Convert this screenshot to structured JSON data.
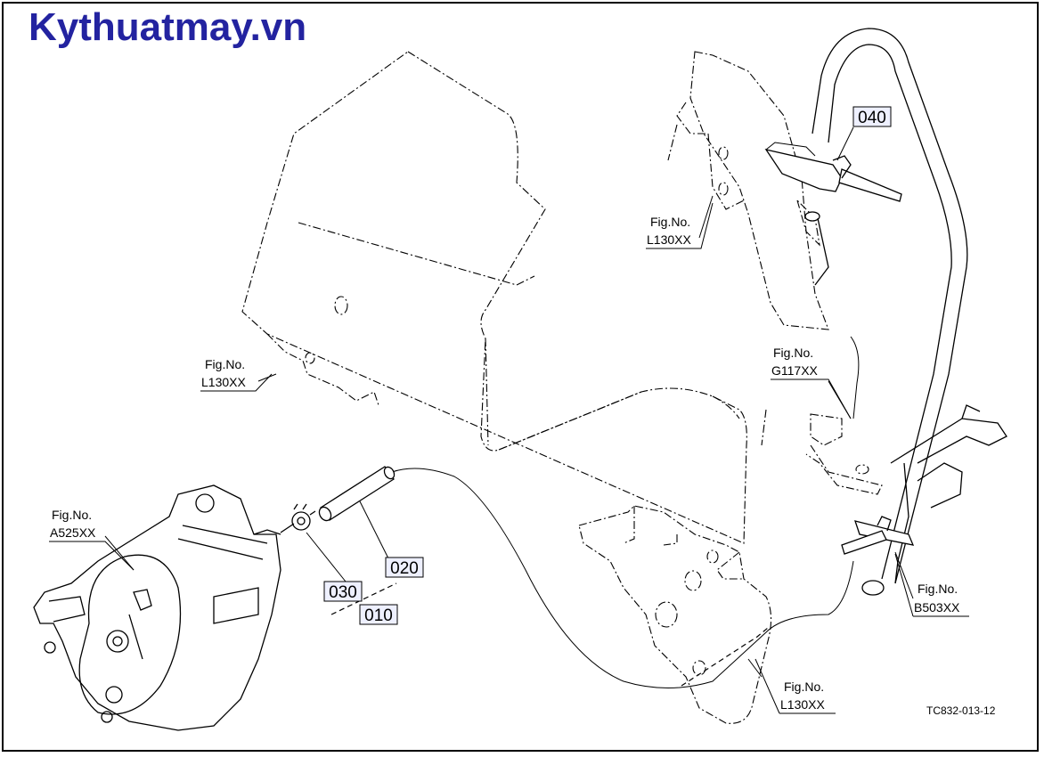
{
  "brand": {
    "title": "Kythuatmay.vn",
    "color": "#2323a0"
  },
  "part_numbers": {
    "p010": "010",
    "p020": "020",
    "p030": "030",
    "p040": "040"
  },
  "figure_refs": {
    "fig_l130_top": {
      "line1": "Fig.No.",
      "line2": "L130XX"
    },
    "fig_l130_mid": {
      "line1": "Fig.No.",
      "line2": "L130XX"
    },
    "fig_g117": {
      "line1": "Fig.No.",
      "line2": "G117XX"
    },
    "fig_a525": {
      "line1": "Fig.No.",
      "line2": "A525XX"
    },
    "fig_b503": {
      "line1": "Fig.No.",
      "line2": "B503XX"
    },
    "fig_l130_bottom": {
      "line1": "Fig.No.",
      "line2": "L130XX"
    }
  },
  "drawing_code": "TC832-013-12"
}
